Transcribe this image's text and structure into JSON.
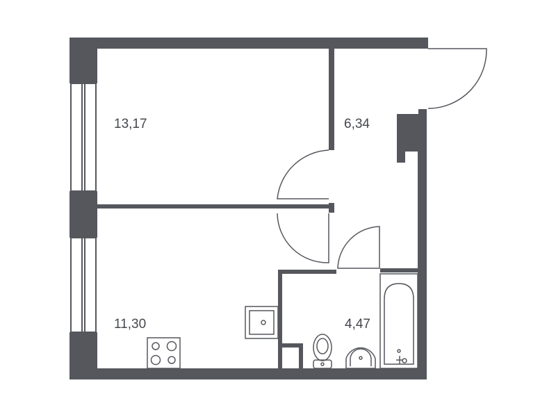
{
  "floorplan": {
    "rooms": [
      {
        "id": "room-1",
        "area": "13,17"
      },
      {
        "id": "hallway",
        "area": "6,34"
      },
      {
        "id": "kitchen-living",
        "area": "11,30"
      },
      {
        "id": "bathroom",
        "area": "4,47"
      }
    ]
  },
  "colors": {
    "wall": "#55575d",
    "window_frame": "#55575d",
    "line": "#55575d",
    "background": "#ffffff"
  }
}
